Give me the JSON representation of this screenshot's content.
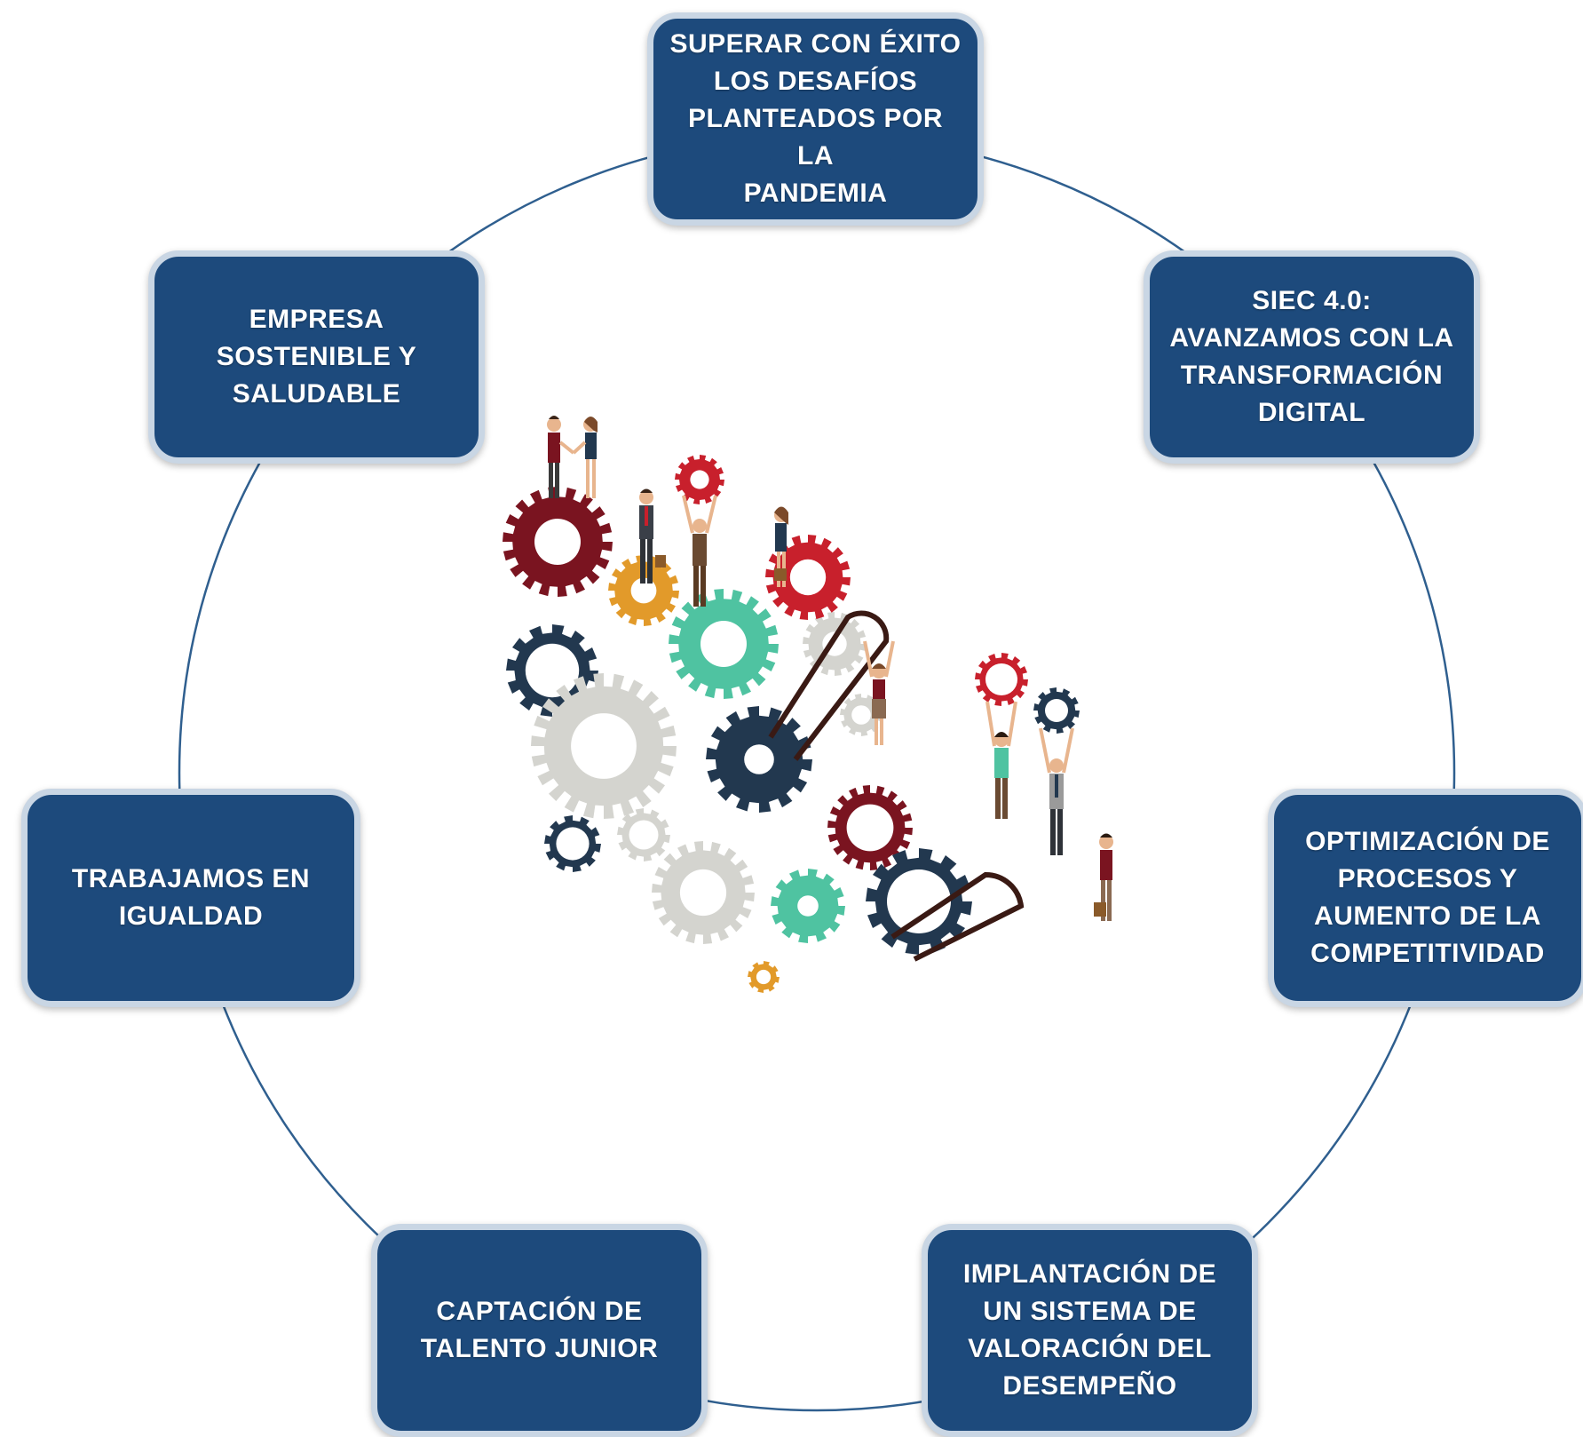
{
  "colors": {
    "box_fill": "#1d4a7c",
    "box_border": "#c9d6e4",
    "ring_line": "#2f5f8f",
    "gear_maroon": "#7a1420",
    "gear_red": "#c8202c",
    "gear_navy": "#22384f",
    "gear_teal": "#4fc3a1",
    "gear_orange": "#e29a2a",
    "gear_gray": "#d4d4cf"
  },
  "nodes": {
    "top": {
      "label": "SUPERAR CON ÉXITO\nLOS DESAFÍOS\nPLANTEADOS POR LA\nPANDEMIA"
    },
    "top_right": {
      "label": "SIEC 4.0:\nAVANZAMOS CON LA\nTRANSFORMACIÓN\nDIGITAL"
    },
    "right": {
      "label": "OPTIMIZACIÓN DE\nPROCESOS Y\nAUMENTO DE LA\nCOMPETITIVIDAD"
    },
    "bottom_right": {
      "label": "IMPLANTACIÓN DE\nUN SISTEMA DE\nVALORACIÓN DEL\nDESEMPEÑO"
    },
    "bottom_left": {
      "label": "CAPTACIÓN DE\nTALENTO JUNIOR"
    },
    "left": {
      "label": "TRABAJAMOS EN\nIGUALDAD"
    },
    "top_left": {
      "label": "EMPRESA\nSOSTENIBLE Y\nSALUDABLE"
    }
  },
  "illustration": {
    "icon": "teamwork-gears-illustration",
    "gears": [
      {
        "name": "gear-maroon-large",
        "color": "gear_maroon"
      },
      {
        "name": "gear-orange",
        "color": "gear_orange"
      },
      {
        "name": "gear-navy-left",
        "color": "gear_navy"
      },
      {
        "name": "gear-teal-large",
        "color": "gear_teal"
      },
      {
        "name": "gear-gray-large",
        "color": "gear_gray"
      },
      {
        "name": "gear-gray-small",
        "color": "gear_gray"
      },
      {
        "name": "gear-red-top",
        "color": "gear_red"
      },
      {
        "name": "gear-red-held",
        "color": "gear_red"
      },
      {
        "name": "gear-navy-center",
        "color": "gear_navy"
      },
      {
        "name": "gear-gray-mid",
        "color": "gear_gray"
      },
      {
        "name": "gear-maroon-right",
        "color": "gear_maroon"
      },
      {
        "name": "gear-red-pink",
        "color": "gear_red"
      },
      {
        "name": "gear-navy-small-held",
        "color": "gear_navy"
      },
      {
        "name": "gear-navy-small-left",
        "color": "gear_navy"
      },
      {
        "name": "gear-gray-bottom",
        "color": "gear_gray"
      },
      {
        "name": "gear-teal-bottom",
        "color": "gear_teal"
      },
      {
        "name": "gear-navy-bottom-right",
        "color": "gear_navy"
      },
      {
        "name": "gear-orange-small",
        "color": "gear_orange"
      },
      {
        "name": "gear-gray-small-bottom",
        "color": "gear_gray"
      }
    ]
  }
}
